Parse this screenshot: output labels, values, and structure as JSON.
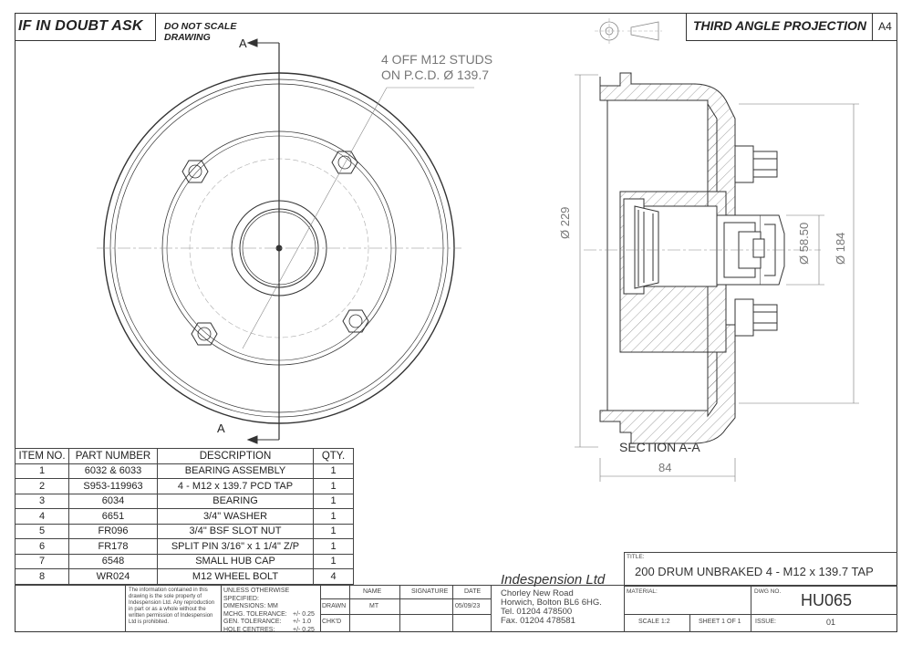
{
  "header": {
    "warning": "IF IN DOUBT ASK",
    "scale_note": "DO NOT SCALE DRAWING",
    "projection": "THIRD ANGLE PROJECTION",
    "sheet_size": "A4"
  },
  "front_view": {
    "section_marker_top": "A",
    "section_marker_bottom": "A",
    "stud_note_line1": "4 OFF M12 STUDS",
    "stud_note_line2": "ON P.C.D. Ø 139.7"
  },
  "section_view": {
    "title": "SECTION A-A",
    "dim_width": "84",
    "dim_drum_dia": "Ø 229",
    "dim_hub_dia": "Ø 58.50",
    "dim_flange_dia": "Ø 184"
  },
  "bom": {
    "headers": [
      "ITEM NO.",
      "PART NUMBER",
      "DESCRIPTION",
      "QTY."
    ],
    "rows": [
      {
        "item": "1",
        "part": "6032 & 6033",
        "desc": "BEARING ASSEMBLY",
        "qty": "1"
      },
      {
        "item": "2",
        "part": "S953-119963",
        "desc": "4 - M12 x 139.7 PCD TAP",
        "qty": "1"
      },
      {
        "item": "3",
        "part": "6034",
        "desc": "BEARING",
        "qty": "1"
      },
      {
        "item": "4",
        "part": "6651",
        "desc": "3/4\" WASHER",
        "qty": "1"
      },
      {
        "item": "5",
        "part": "FR096",
        "desc": "3/4\" BSF SLOT NUT",
        "qty": "1"
      },
      {
        "item": "6",
        "part": "FR178",
        "desc": "SPLIT PIN 3/16\" x 1 1/4\" Z/P",
        "qty": "1"
      },
      {
        "item": "7",
        "part": "6548",
        "desc": "SMALL HUB CAP",
        "qty": "1"
      },
      {
        "item": "8",
        "part": "WR024",
        "desc": "M12 WHEEL BOLT",
        "qty": "4"
      }
    ]
  },
  "title_block": {
    "confidential": "The information contained in this drawing is the sole property of Indespension Ltd. Any reproduction in part or as a whole without the written permission of Indespension Ltd is prohibited.",
    "tolerances": {
      "line1": "UNLESS OTHERWISE SPECIFIED:",
      "line2": "DIMENSIONS: MM",
      "mchg_label": "MCHG. TOLERANCE:",
      "mchg_value": "+/- 0.25",
      "gen_label": "GEN. TOLERANCE:",
      "gen_value": "+/- 1.0",
      "hole_label": "HOLE CENTRES:",
      "hole_value": "+/- 0.25"
    },
    "col_name": "NAME",
    "col_signature": "SIGNATURE",
    "col_date": "DATE",
    "drawn_label": "DRAWN",
    "drawn_name": "MT",
    "drawn_date": "05/09/23",
    "checked_label": "CHK'D",
    "company": {
      "name": "Indespension Ltd",
      "address1": "Chorley New Road",
      "address2": "Horwich, Bolton BL6 6HG.",
      "tel": "Tel. 01204 478500",
      "fax": "Fax. 01204 478581"
    },
    "title_label": "TITLE:",
    "title": "200 DRUM UNBRAKED  4 - M12 x 139.7 TAP",
    "material_label": "MATERIAL:",
    "dwg_label": "DWG NO.",
    "dwg_no": "HU065",
    "scale": "SCALE 1:2",
    "sheet": "SHEET 1 OF 1",
    "issue_label": "ISSUE:",
    "issue": "01"
  }
}
